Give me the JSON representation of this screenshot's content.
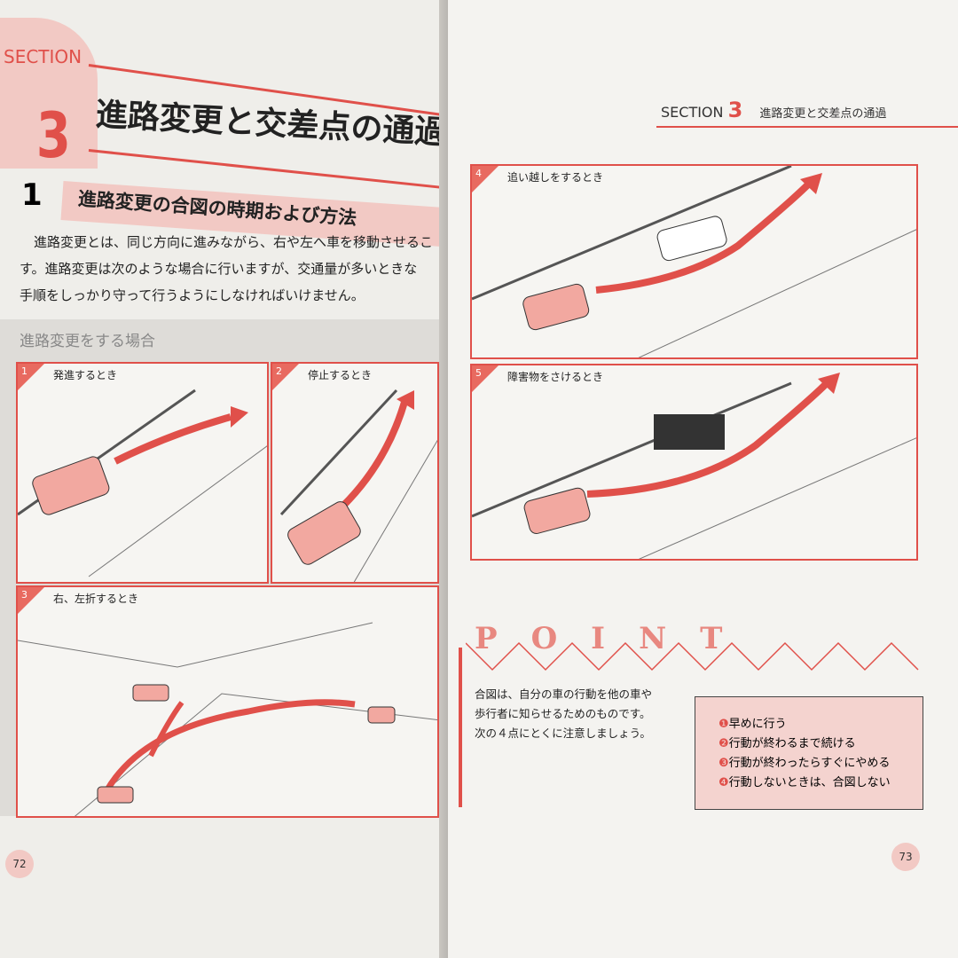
{
  "left_page": {
    "section_label": "SECTION",
    "section_number": "3",
    "title": "進路変更と交差点の通過",
    "subsection_number": "1",
    "subsection_title": "進路変更の合図の時期および方法",
    "body_lines": [
      "進路変更とは、同じ方向に進みながら、右や左へ車を移動させるこ",
      "す。進路変更は次のような場合に行いますが、交通量が多いときな",
      "手順をしっかり守って行うようにしなければいけません。"
    ],
    "illustration_heading": "進路変更をする場合",
    "panels": [
      {
        "number": "1",
        "caption": "発進するとき"
      },
      {
        "number": "2",
        "caption": "停止するとき"
      },
      {
        "number": "3",
        "caption": "右、左折するとき"
      }
    ],
    "page_number": "72"
  },
  "right_page": {
    "running_header": {
      "section": "SECTION",
      "number": "3",
      "title": "進路変更と交差点の通過"
    },
    "panels": [
      {
        "number": "4",
        "caption": "追い越しをするとき"
      },
      {
        "number": "5",
        "caption": "障害物をさけるとき"
      }
    ],
    "point": {
      "heading": "POINT",
      "text_lines": [
        "合図は、自分の車の行動を他の車や",
        "歩行者に知らせるためのものです。",
        "次の４点にとくに注意しましょう。"
      ],
      "items": [
        {
          "marker": "❶",
          "text": "早めに行う"
        },
        {
          "marker": "❷",
          "text": "行動が終わるまで続ける"
        },
        {
          "marker": "❸",
          "text": "行動が終わったらすぐにやめる"
        },
        {
          "marker": "❹",
          "text": "行動しないときは、合図しない"
        }
      ]
    },
    "page_number": "73"
  },
  "colors": {
    "accent": "#e0504a",
    "pink": "#f2c9c4"
  }
}
